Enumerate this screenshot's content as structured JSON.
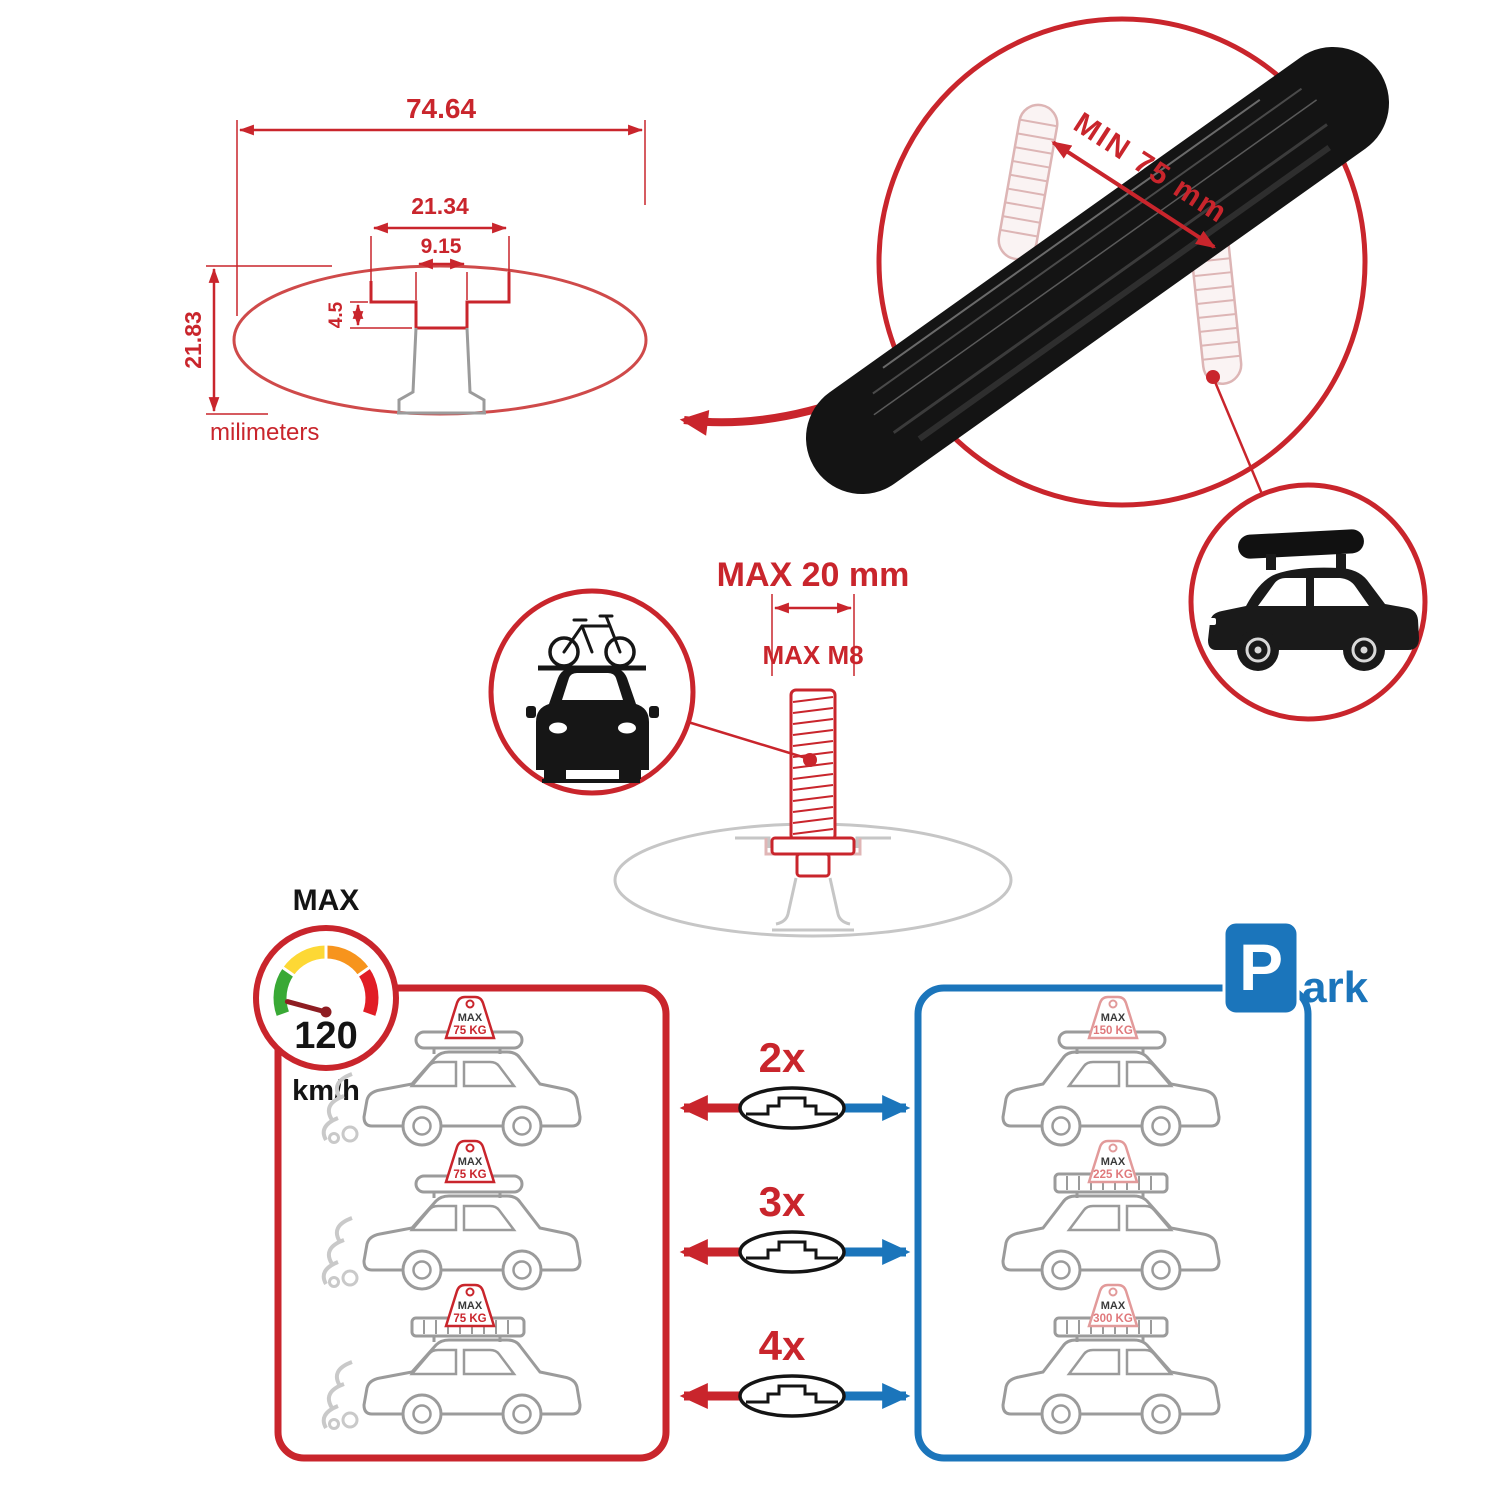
{
  "colors": {
    "accent_red": "#c9252c",
    "accent_blue": "#1b75bb",
    "bar_black": "#141414",
    "outline_gray": "#9b9b9b",
    "ghost_pink": "#ddb5b5",
    "ghost_gray": "#c6c6c6"
  },
  "cross_section": {
    "total_width": "74.64",
    "channel_width": "21.34",
    "slot_width": "9.15",
    "slot_depth": "4.5",
    "total_height": "21.83",
    "unit": "milimeters"
  },
  "bar_detail": {
    "min_span": "MIN 75 mm"
  },
  "bolt": {
    "max_width": "MAX 20 mm",
    "max_thread": "MAX M8"
  },
  "speed_limit": {
    "label": "MAX",
    "value": "120",
    "unit": "km/h"
  },
  "park_sign": {
    "p": "P",
    "suffix": "ark"
  },
  "multipliers": [
    "2x",
    "3x",
    "4x"
  ],
  "driving_loads": [
    {
      "label": "MAX",
      "value": "75 KG"
    },
    {
      "label": "MAX",
      "value": "75 KG"
    },
    {
      "label": "MAX",
      "value": "75 KG"
    }
  ],
  "park_loads": [
    {
      "label": "MAX",
      "value": "150 KG"
    },
    {
      "label": "MAX",
      "value": "225 KG"
    },
    {
      "label": "MAX",
      "value": "300 KG"
    }
  ]
}
